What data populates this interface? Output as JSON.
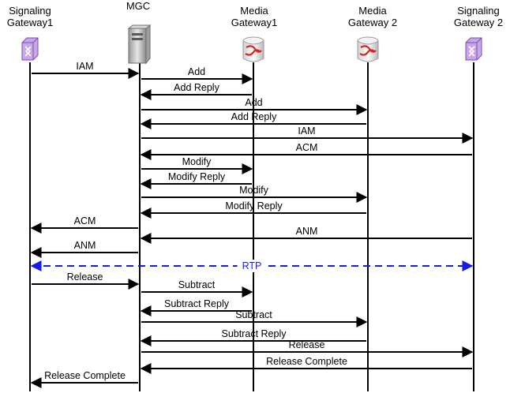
{
  "nodes": [
    {
      "id": "sg1",
      "label_line1": "Signaling",
      "label_line2": "Gateway1",
      "icon": "signaling-gateway-icon"
    },
    {
      "id": "mgc",
      "label_line1": "",
      "label_line2": "MGC",
      "icon": "server-icon"
    },
    {
      "id": "mg1",
      "label_line1": "Media",
      "label_line2": "Gateway1",
      "icon": "media-gateway-icon"
    },
    {
      "id": "mg2",
      "label_line1": "Media",
      "label_line2": "Gateway 2",
      "icon": "media-gateway-icon"
    },
    {
      "id": "sg2",
      "label_line1": "Signaling",
      "label_line2": "Gateway 2",
      "icon": "signaling-gateway-icon"
    }
  ],
  "messages": [
    {
      "from": "sg1",
      "to": "mgc",
      "label": "IAM"
    },
    {
      "from": "mgc",
      "to": "mg1",
      "label": "Add"
    },
    {
      "from": "mg1",
      "to": "mgc",
      "label": "Add Reply"
    },
    {
      "from": "mgc",
      "to": "mg2",
      "label": "Add"
    },
    {
      "from": "mg2",
      "to": "mgc",
      "label": "Add Reply"
    },
    {
      "from": "mgc",
      "to": "sg2",
      "label": "IAM"
    },
    {
      "from": "sg2",
      "to": "mgc",
      "label": "ACM"
    },
    {
      "from": "mgc",
      "to": "mg1",
      "label": "Modify"
    },
    {
      "from": "mg1",
      "to": "mgc",
      "label": "Modify Reply"
    },
    {
      "from": "mgc",
      "to": "mg2",
      "label": "Modify"
    },
    {
      "from": "mg2",
      "to": "mgc",
      "label": "Modify Reply"
    },
    {
      "from": "mgc",
      "to": "sg1",
      "label": "ACM"
    },
    {
      "from": "sg2",
      "to": "mgc",
      "label": "ANM"
    },
    {
      "from": "mgc",
      "to": "sg1",
      "label": "ANM"
    },
    {
      "from": "sg1",
      "to": "sg2",
      "label": "RTP",
      "style": "dashed-bidirectional"
    },
    {
      "from": "sg1",
      "to": "mgc",
      "label": "Release"
    },
    {
      "from": "mgc",
      "to": "mg1",
      "label": "Subtract"
    },
    {
      "from": "mg1",
      "to": "mgc",
      "label": "Subtract Reply"
    },
    {
      "from": "mgc",
      "to": "mg2",
      "label": "Subtract"
    },
    {
      "from": "mg2",
      "to": "mgc",
      "label": "Subtract Reply"
    },
    {
      "from": "mgc",
      "to": "sg2",
      "label": "Release"
    },
    {
      "from": "sg2",
      "to": "mgc",
      "label": "Release Complete"
    },
    {
      "from": "mgc",
      "to": "sg1",
      "label": "Release Complete"
    }
  ],
  "colors": {
    "line": "#000000",
    "rtp": "#1a1ae6",
    "signaling_icon": "#c9a6e8",
    "server_icon": "#c8c8c8",
    "media_gateway_accent": "#e02020"
  }
}
